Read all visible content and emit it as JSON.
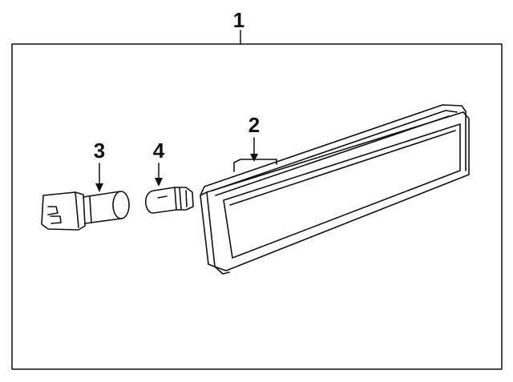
{
  "callouts": {
    "assembly": "1",
    "lens": "2",
    "socket": "3",
    "bulb": "4"
  },
  "colors": {
    "ink": "#111111",
    "background": "#ffffff"
  }
}
